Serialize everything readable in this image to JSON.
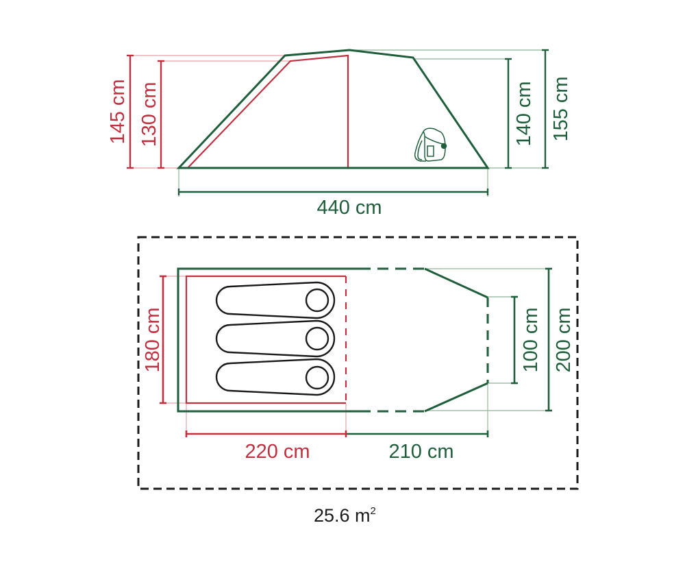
{
  "colors": {
    "inner_tent": "#c2303f",
    "outer_tent": "#1e5e3b",
    "footprint": "#1a1a1a",
    "extension_lines_red": "#e7a4ab",
    "extension_lines_green": "#8fb59c"
  },
  "side_view": {
    "height_labels": {
      "outer_left": "145 cm",
      "inner_left": "130 cm",
      "inner_right": "140 cm",
      "outer_right": "155 cm"
    },
    "length_label": "440 cm",
    "icon": "backpack-icon"
  },
  "floor_plan": {
    "width_labels": {
      "inner_height": "180 cm",
      "vestibule_door": "100 cm",
      "outer_height": "200 cm"
    },
    "length_labels": {
      "inner": "220 cm",
      "vestibule": "210 cm"
    },
    "sleeping_bags": 3,
    "total_area": {
      "value": "25.6 m",
      "superscript": "2"
    }
  }
}
